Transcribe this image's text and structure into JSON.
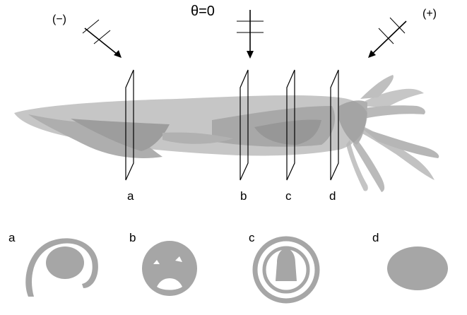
{
  "arrows": {
    "left_sign": "(−)",
    "center_label": "θ=0",
    "right_sign": "(+)"
  },
  "planes": [
    {
      "label": "a"
    },
    {
      "label": "b"
    },
    {
      "label": "c"
    },
    {
      "label": "d"
    }
  ],
  "sections": [
    {
      "label": "a"
    },
    {
      "label": "b"
    },
    {
      "label": "c"
    },
    {
      "label": "d"
    }
  ],
  "colors": {
    "body": "#b4b4b4",
    "body_dark": "#8f8f8f",
    "section_fill": "#a6a6a6",
    "line": "#000000"
  }
}
